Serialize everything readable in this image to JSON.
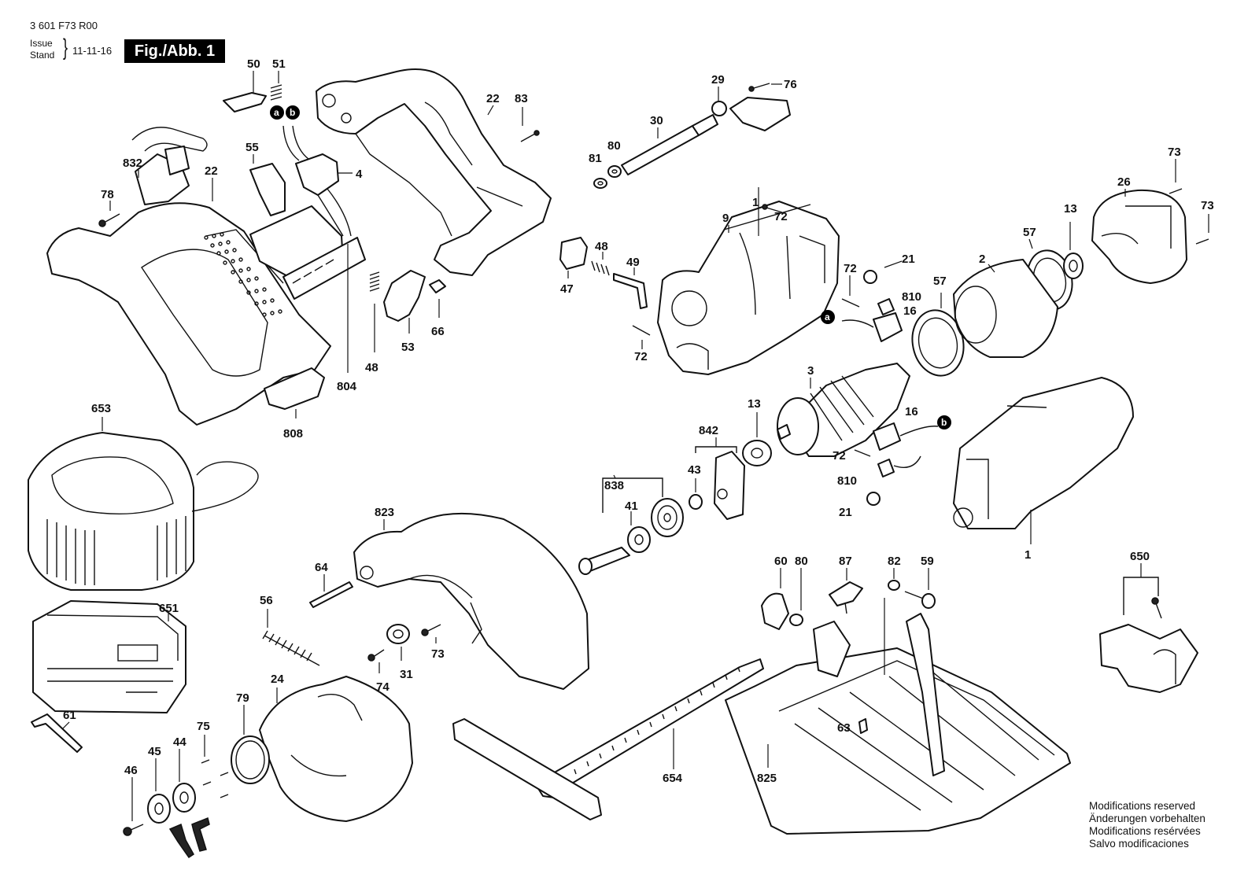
{
  "header": {
    "doc_number": "3 601 F73 R00",
    "issue_label": "Issue",
    "stand_label": "Stand",
    "issue_date": "11-11-16",
    "figure_label": "Fig./Abb. 1"
  },
  "notice": {
    "line1": "Modifications reserved",
    "line2": "Änderungen vorbehalten",
    "line3": "Modifications resérvées",
    "line4": "Salvo modificaciones"
  },
  "callouts": {
    "c50": "50",
    "c51": "51",
    "c22a": "22",
    "c83": "83",
    "c29": "29",
    "c76": "76",
    "c30": "30",
    "c81": "81",
    "c80a": "80",
    "c73a": "73",
    "c26": "26",
    "c73b": "73",
    "c832": "832",
    "c22b": "22",
    "c55": "55",
    "c4": "4",
    "c78": "78",
    "c1a": "1",
    "c9": "9",
    "c72a": "72",
    "c13a": "13",
    "c57a": "57",
    "c2": "2",
    "c48a": "48",
    "c49": "49",
    "c47": "47",
    "c53": "53",
    "c66": "66",
    "c48b": "48",
    "c804": "804",
    "c808": "808",
    "c72b": "72",
    "c72c": "72",
    "c21a": "21",
    "c810a": "810",
    "c16a": "16",
    "c57b": "57",
    "c3": "3",
    "c13b": "13",
    "c16b": "16",
    "c72d": "72",
    "c810b": "810",
    "c21b": "21",
    "c842": "842",
    "c43": "43",
    "c838": "838",
    "c41": "41",
    "c653": "653",
    "c823": "823",
    "c64": "64",
    "c1b": "1",
    "c60": "60",
    "c80b": "80",
    "c87": "87",
    "c82": "82",
    "c59": "59",
    "c650": "650",
    "c651": "651",
    "c56": "56",
    "c73c": "73",
    "c74": "74",
    "c31": "31",
    "c61": "61",
    "c79": "79",
    "c24": "24",
    "c75": "75",
    "c46": "46",
    "c45": "45",
    "c44": "44",
    "c654": "654",
    "c825": "825",
    "c63": "63"
  },
  "markers": {
    "a_top": "a",
    "b_top": "b",
    "a_mid": "a",
    "b_mid": "b"
  }
}
